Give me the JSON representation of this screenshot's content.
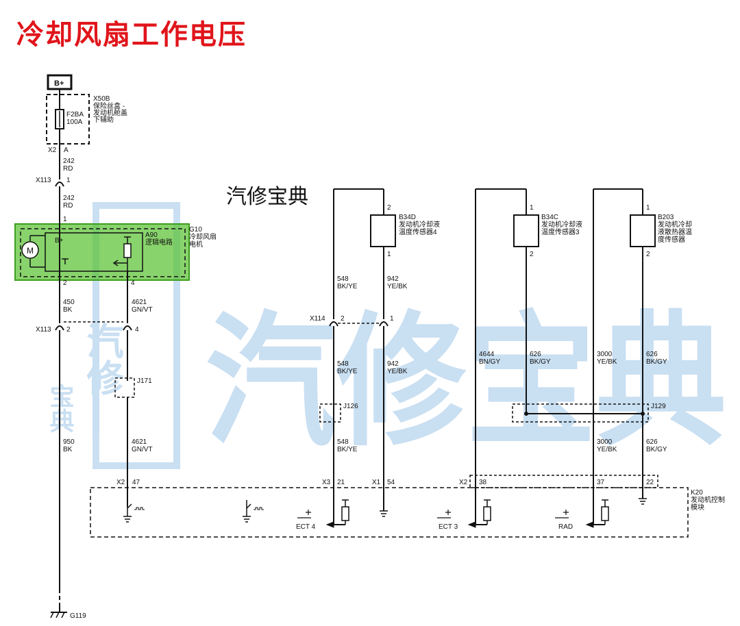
{
  "page_title": "冷却风扇工作电压",
  "handwritten_label": "汽修宝典",
  "watermark": {
    "text": "汽修宝典",
    "side_text_top": "汽修",
    "side_text_bottom": "宝典",
    "color": "#3f8fd2"
  },
  "colors": {
    "title": "#e0151b",
    "wire": "#111111",
    "highlight": "#56c02e"
  },
  "power": {
    "label": "B+"
  },
  "fuse_box": {
    "name": "X50B",
    "desc_lines": [
      "保险丝盒 -",
      "发动机舱盖",
      "下辅助"
    ],
    "fuse_name": "F2BA",
    "fuse_rating": "100A",
    "connector": "X2",
    "pin": "A"
  },
  "wire_242_upper": {
    "circuit": "242",
    "color": "RD"
  },
  "x113_upper": {
    "name": "X113",
    "pin": "1"
  },
  "wire_242_lower": {
    "circuit": "242",
    "color": "RD"
  },
  "fan_motor": {
    "pin_top": "1",
    "name": "G10",
    "desc_lines": [
      "冷却风扇",
      "电机"
    ],
    "logic_name": "A90",
    "logic_desc": "逻辑电路",
    "bplus": "B+",
    "motor_symbol": "M",
    "pin_ground": "2",
    "pin_signal": "4"
  },
  "wire_450": {
    "circuit": "450",
    "color": "BK"
  },
  "wire_4621_upper": {
    "circuit": "4621",
    "color": "GN/VT"
  },
  "x113_lower": {
    "name": "X113",
    "pin_a": "2",
    "pin_b": "4"
  },
  "j171": {
    "name": "J171"
  },
  "wire_950": {
    "circuit": "950",
    "color": "BK"
  },
  "wire_4621_lower": {
    "circuit": "4621",
    "color": "GN/VT"
  },
  "x2_47": {
    "connector": "X2",
    "pin": "47"
  },
  "ground": {
    "name": "G119"
  },
  "sensor_b34d": {
    "pin_top": "2",
    "name": "B34D",
    "desc_lines": [
      "发动机冷却液",
      "温度传感器4"
    ],
    "pin_bottom": "1"
  },
  "sensor_b34c": {
    "pin_top": "1",
    "name": "B34C",
    "desc_lines": [
      "发动机冷却液",
      "温度传感器3"
    ],
    "pin_bottom": "2"
  },
  "sensor_b203": {
    "pin_top": "1",
    "name": "B203",
    "desc_lines": [
      "发动机冷却",
      "液散热器温",
      "度传感器"
    ],
    "pin_bottom": "2"
  },
  "wire_548_a": {
    "circuit": "548",
    "color": "BK/YE"
  },
  "wire_942_a": {
    "circuit": "942",
    "color": "YE/BK"
  },
  "x114": {
    "name": "X114",
    "pin_a": "2",
    "pin_b": "1"
  },
  "wire_548_b": {
    "circuit": "548",
    "color": "BK/YE"
  },
  "wire_942_b": {
    "circuit": "942",
    "color": "YE/BK"
  },
  "j126": {
    "name": "J126"
  },
  "wire_548_c": {
    "circuit": "548",
    "color": "BK/YE"
  },
  "wire_4644": {
    "circuit": "4644",
    "color": "BN/GY"
  },
  "wire_626_a": {
    "circuit": "626",
    "color": "BK/GY"
  },
  "wire_3000_a": {
    "circuit": "3000",
    "color": "YE/BK"
  },
  "wire_626_b": {
    "circuit": "626",
    "color": "BK/GY"
  },
  "j129": {
    "name": "J129"
  },
  "wire_3000_b": {
    "circuit": "3000",
    "color": "YE/BK"
  },
  "wire_626_c": {
    "circuit": "626",
    "color": "BK/GY"
  },
  "ecm": {
    "name": "K20",
    "desc_lines": [
      "发动机控制",
      "模块"
    ],
    "x3": "X3",
    "pin_21": "21",
    "x1": "X1",
    "pin_54": "54",
    "x2": "X2",
    "pin_38": "38",
    "pin_37": "37",
    "pin_22": "22",
    "ect4": "ECT 4",
    "ect3": "ECT 3",
    "rad": "RAD"
  }
}
